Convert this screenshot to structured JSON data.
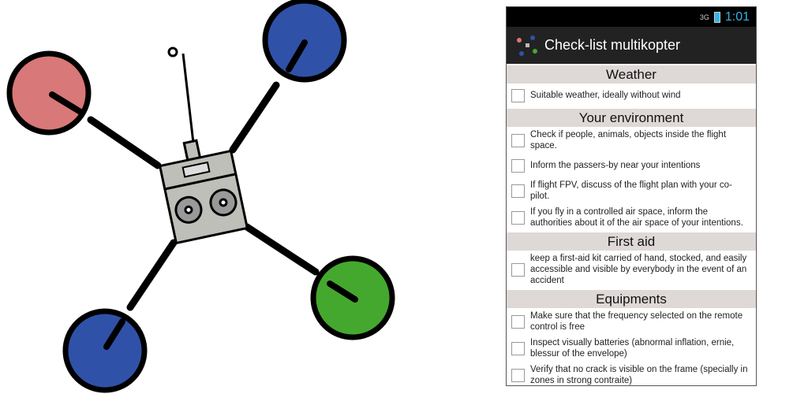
{
  "status_bar": {
    "network": "3G",
    "time": "1:01"
  },
  "app": {
    "title": "Check-list multikopter"
  },
  "sections": [
    {
      "title": "Weather",
      "items": [
        "Suitable weather, ideally without wind"
      ]
    },
    {
      "title": "Your environment",
      "items": [
        "Check if people, animals, objects inside the flight space.",
        "Inform the passers-by near your intentions",
        "If flight FPV, discuss of the flight plan with your co-pilot.",
        "If you fly in a controlled air space, inform the authorities about it of the air space of your intentions."
      ]
    },
    {
      "title": "First aid",
      "items": [
        "keep a first-aid kit carried of hand, stocked, and easily accessible and visible by everybody in the event of an accident"
      ]
    },
    {
      "title": "Equipments",
      "items": [
        "Make sure that the frequency selected on the remote control is free",
        "Inspect visually batteries (abnormal inflation, ernie, blessur of the envelope)",
        "Verify that no crack is visible on the frame (specially in zones in strong contraite)"
      ]
    }
  ],
  "colors": {
    "rotor_pink": "#d97878",
    "rotor_blue": "#2f52a8",
    "rotor_green": "#44a82e",
    "header_bg": "#ded8d7",
    "accent": "#33b5e5"
  }
}
